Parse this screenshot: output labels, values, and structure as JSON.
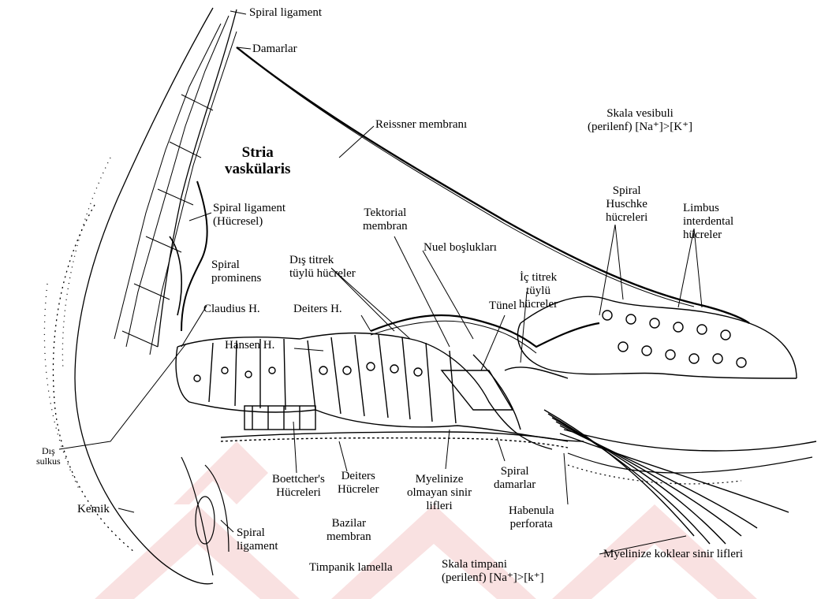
{
  "labels": {
    "spiral_ligament_top": "Spiral ligament",
    "damarlar": "Damarlar",
    "reissner": "Reissner membranı",
    "skala_vesibuli": "Skala vesibuli\n(perilenf) [Na⁺]>[K⁺]",
    "stria": "Stria\nvaskülaris",
    "spiral_ligament_cell": "Spiral ligament\n(Hücresel)",
    "tektorial": "Tektorial\nmembran",
    "spiral_huschke": "Spiral\nHuschke\nhücreleri",
    "limbus": "Limbus\ninterdental\nhücreler",
    "nuel": "Nuel boşlukları",
    "dis_titrek": "Dış titrek\ntüylü hücreler",
    "spiral_prominens": "Spiral\nprominens",
    "ic_titrek": "İç titrek\ntüylü\nhücreler",
    "claudius": "Claudius H.",
    "deiters_h": "Deiters H.",
    "tunel": "Tünel",
    "hansen": "Hansen H.",
    "dis_sulkus": "Dış\nsulkus",
    "boettcher": "Boettcher's\nHücreleri",
    "deiters_hucreler": "Deiters\nHücreler",
    "myelinize_olmayan": "Myelinize\nolmayan sinir\nlifleri",
    "spiral_damarlar": "Spiral\ndamarlar",
    "kemik": "Kemik",
    "bazilar": "Bazilar\nmembran",
    "habenula": "Habenula\nperforata",
    "spiral_ligament_bottom": "Spiral\nligament",
    "myelinize_koklear": "Myelinize koklear sinir lifleri",
    "timpanik": "Timpanik lamella",
    "skala_timpani": "Skala timpani\n(perilenf) [Na⁺]>[k⁺]"
  },
  "colors": {
    "ink": "#000000",
    "watermark": "#f7d6d6"
  }
}
